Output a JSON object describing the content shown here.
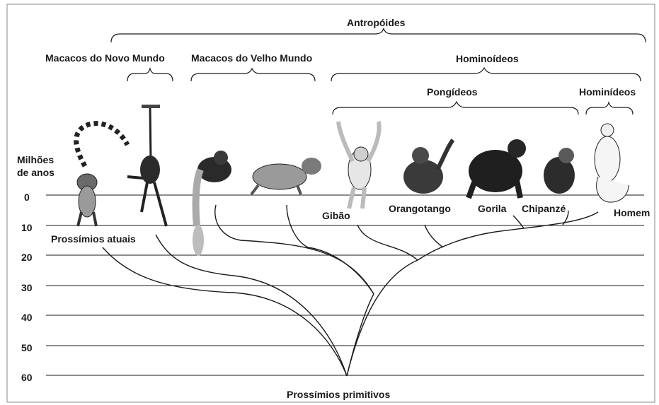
{
  "groups": {
    "antropoides": "Antropóides",
    "novo_mundo": "Macacos do Novo Mundo",
    "velho_mundo": "Macacos do Velho Mundo",
    "hominoideos": "Hominoídeos",
    "pongideos": "Pongídeos",
    "hominideos": "Hominídeos"
  },
  "species": {
    "gibao": "Gibão",
    "orangotango": "Orangotango",
    "gorila": "Gorila",
    "chipanze": "Chipanzé",
    "homem": "Homem",
    "prossimios_atuais": "Prossímios atuais",
    "prossimios_primitivos": "Prossímios primitivos"
  },
  "axis": {
    "title_line1": "Milhões",
    "title_line2": "de anos",
    "ticks": [
      "0",
      "10",
      "20",
      "30",
      "40",
      "50",
      "60"
    ]
  },
  "icons": [
    "lemur",
    "spider-monkey",
    "colobus",
    "baboon",
    "gibbon",
    "orangutan",
    "gorilla",
    "chimpanzee",
    "human"
  ]
}
